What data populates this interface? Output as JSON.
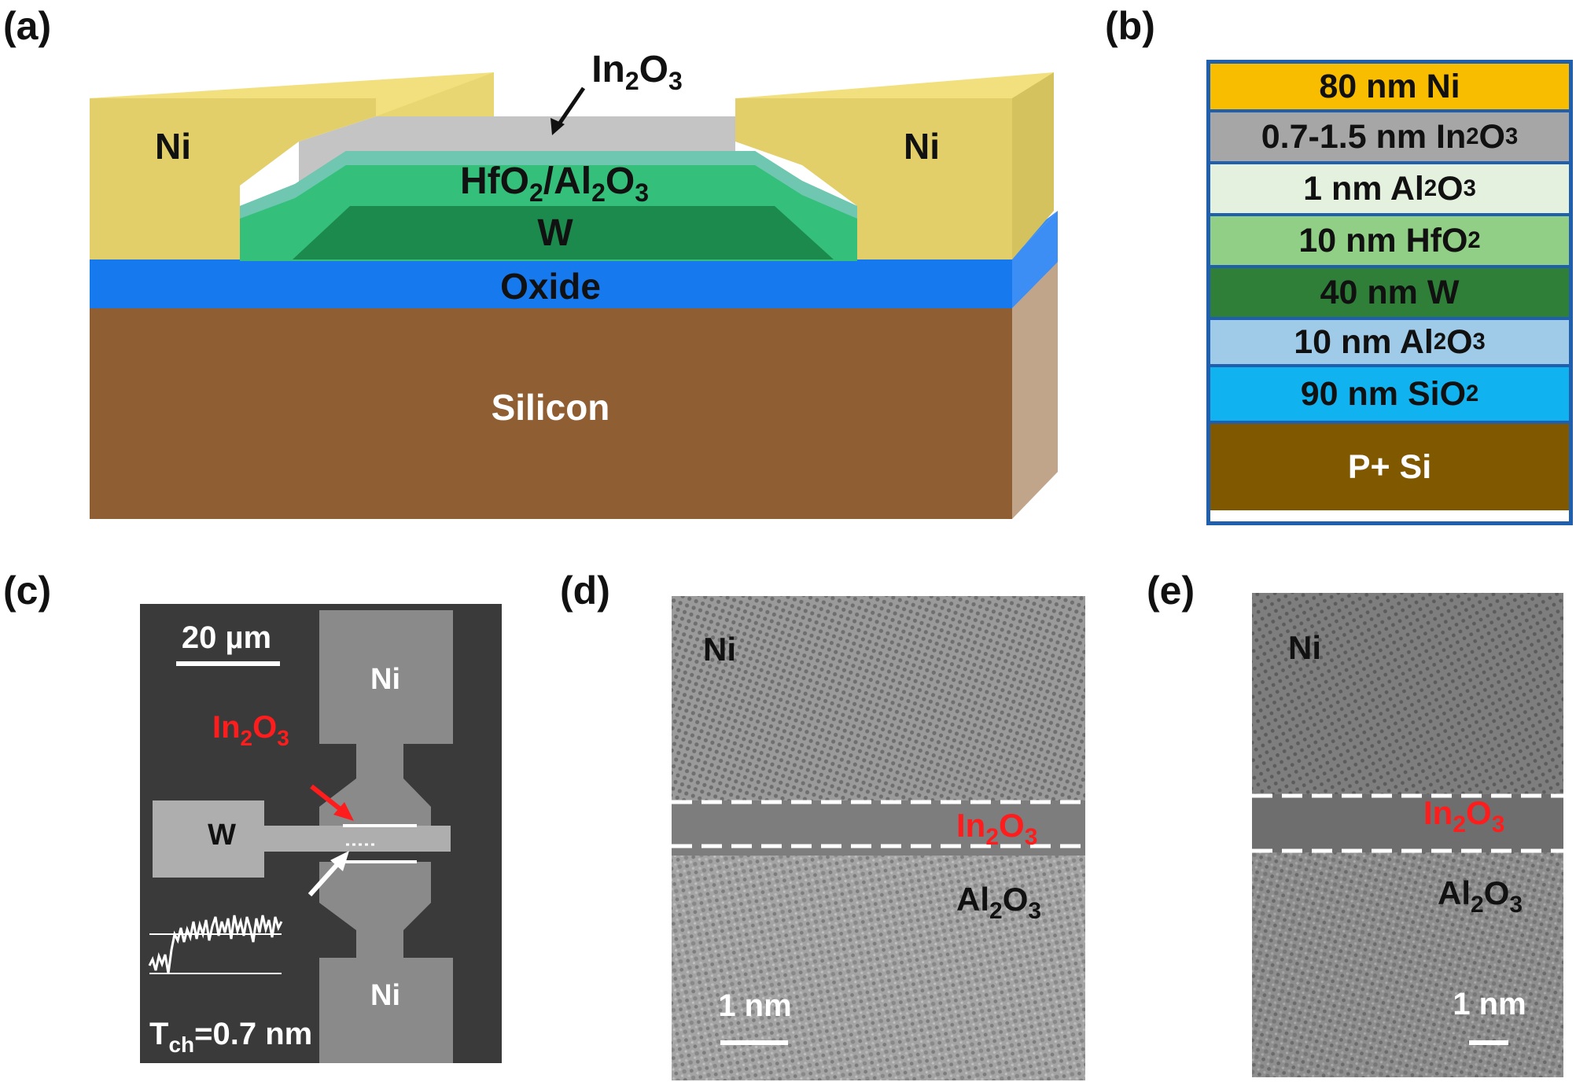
{
  "panels": {
    "a": {
      "label": "(a)",
      "ni_left": "Ni",
      "ni_right": "Ni",
      "channel": [
        "In",
        "2",
        "O",
        "3"
      ],
      "dielectric": [
        "HfO",
        "2",
        "/Al",
        "2",
        "O",
        "3"
      ],
      "gate": "W",
      "oxide": "Oxide",
      "substrate": "Silicon",
      "colors": {
        "ni": "#e2cf6a",
        "oxide": "#1679ee",
        "silicon": "#8f5e32",
        "w": "#1c8a4c",
        "dielectric": "#34c07a",
        "in2o3": "#bdbdbd"
      }
    },
    "b": {
      "label": "(b)",
      "layers": [
        {
          "parts": [
            [
              "80 nm Ni",
              ""
            ]
          ],
          "color": "#f9bd00"
        },
        {
          "parts": [
            [
              "0.7-1.5 nm In",
              ""
            ],
            [
              "2",
              "sub"
            ],
            [
              "O",
              ""
            ],
            [
              "3",
              "sub"
            ]
          ],
          "color": "#a6a6a6"
        },
        {
          "parts": [
            [
              "1 nm Al",
              ""
            ],
            [
              "2",
              "sub"
            ],
            [
              "O",
              ""
            ],
            [
              "3",
              "sub"
            ]
          ],
          "color": "#e4f1df"
        },
        {
          "parts": [
            [
              "10 nm HfO",
              ""
            ],
            [
              "2",
              "sub"
            ]
          ],
          "color": "#92cf86"
        },
        {
          "parts": [
            [
              "40 nm W",
              ""
            ]
          ],
          "color": "#2f7f38"
        },
        {
          "parts": [
            [
              "10 nm Al",
              ""
            ],
            [
              "2",
              "sub"
            ],
            [
              "O",
              ""
            ],
            [
              "3",
              "sub"
            ]
          ],
          "color": "#9fcbe8"
        },
        {
          "parts": [
            [
              "90 nm SiO",
              ""
            ],
            [
              "2",
              "sub"
            ]
          ],
          "color": "#10b2ef"
        },
        {
          "parts": [
            [
              "P+ Si",
              ""
            ]
          ],
          "color": "#7f5800"
        }
      ]
    },
    "c": {
      "label": "(c)",
      "scalebar": "20 µm",
      "ni_top": "Ni",
      "ni_bottom": "Ni",
      "w_label": "W",
      "channel": [
        "In",
        "2",
        "O",
        "3"
      ],
      "thickness": [
        "T",
        "ch",
        "=0.7 nm"
      ]
    },
    "d": {
      "label": "(d)",
      "ni": "Ni",
      "channel": [
        "In",
        "2",
        "O",
        "3"
      ],
      "dielectric": [
        "Al",
        "2",
        "O",
        "3"
      ],
      "scalebar": "1 nm"
    },
    "e": {
      "label": "(e)",
      "ni": "Ni",
      "channel": [
        "In",
        "2",
        "O",
        "3"
      ],
      "dielectric": [
        "Al",
        "2",
        "O",
        "3"
      ],
      "scalebar": "1 nm"
    }
  }
}
